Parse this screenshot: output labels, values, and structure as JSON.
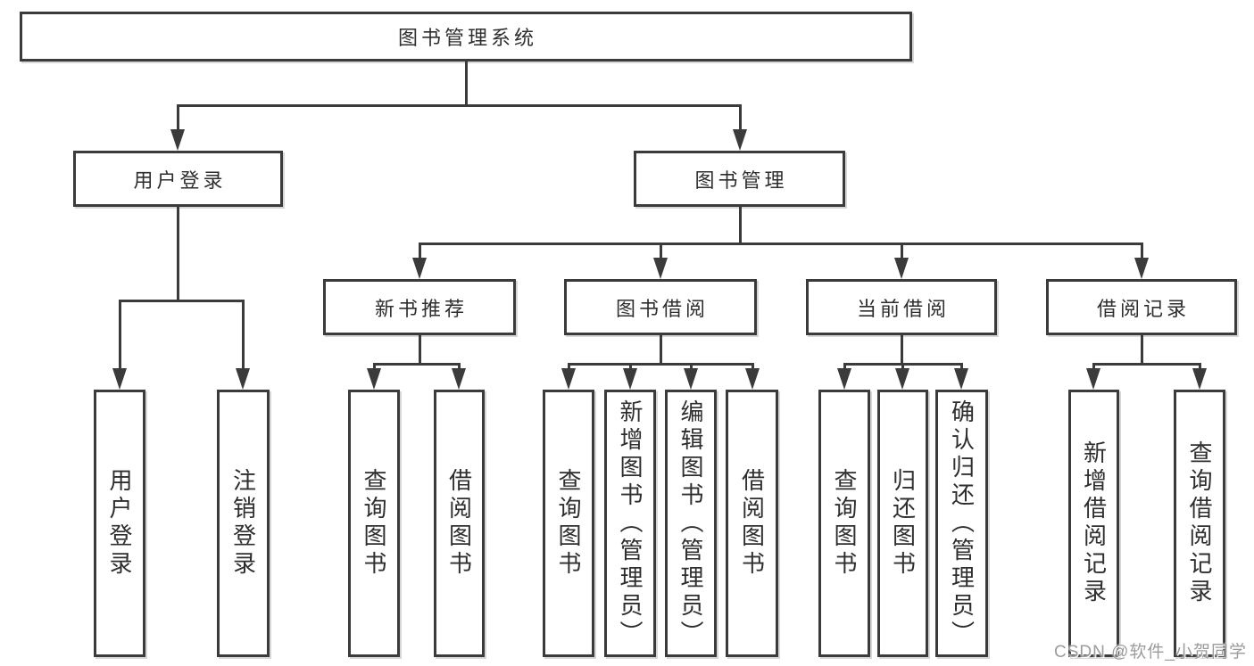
{
  "diagram": {
    "title": "图书管理系统",
    "root": {
      "label": "图书管理系统"
    },
    "branches": {
      "user_login": {
        "label": "用户登录"
      },
      "book_mgmt": {
        "label": "图书管理"
      }
    },
    "modules": {
      "new_book": {
        "label": "新书推荐"
      },
      "book_borrow": {
        "label": "图书借阅"
      },
      "current_borrow": {
        "label": "当前借阅"
      },
      "borrow_record": {
        "label": "借阅记录"
      }
    },
    "leaves": {
      "ul_login": {
        "label": "用户登录"
      },
      "ul_logout": {
        "label": "注销登录"
      },
      "nb_query": {
        "label": "查询图书"
      },
      "nb_borrow": {
        "label": "借阅图书"
      },
      "bb_query": {
        "label": "查询图书"
      },
      "bb_add": {
        "label": "新增图书（管理员）"
      },
      "bb_edit": {
        "label": "编辑图书（管理员）"
      },
      "bb_borrow": {
        "label": "借阅图书"
      },
      "cb_query": {
        "label": "查询图书"
      },
      "cb_return": {
        "label": "归还图书"
      },
      "cb_confirm": {
        "label": "确认归还（管理员）"
      },
      "br_add": {
        "label": "新增借阅记录"
      },
      "br_query": {
        "label": "查询借阅记录"
      }
    }
  },
  "watermark": {
    "text": "CSDN @软件_小贺同学"
  },
  "colors": {
    "line": "#3b3b3b",
    "background": "#ffffff",
    "watermark": "#9c9c9c"
  }
}
